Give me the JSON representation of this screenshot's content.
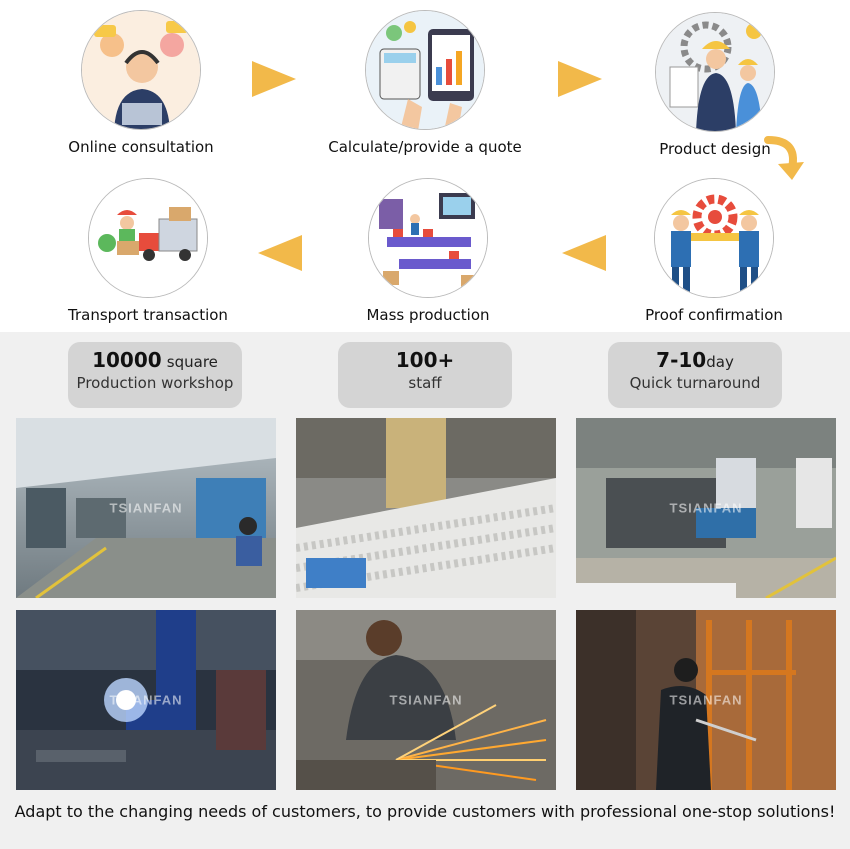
{
  "steps": [
    {
      "label": "Online consultation",
      "icon": "headset-agent-icon"
    },
    {
      "label": "Calculate/provide a quote",
      "icon": "calculator-chart-icon"
    },
    {
      "label": "Product design",
      "icon": "engineer-design-icon"
    },
    {
      "label": "Proof confirmation",
      "icon": "gear-workers-icon"
    },
    {
      "label": "Mass production",
      "icon": "assembly-line-icon"
    },
    {
      "label": "Transport transaction",
      "icon": "delivery-truck-icon"
    }
  ],
  "stats": [
    {
      "value": "10000",
      "unit": "square",
      "desc": "Production workshop"
    },
    {
      "value": "100+",
      "unit": "",
      "desc": "staff"
    },
    {
      "value": "7-10",
      "unit": "day",
      "desc": "Quick turnaround"
    }
  ],
  "photos": [
    {
      "watermark": "TSIANFAN"
    },
    {
      "watermark": ""
    },
    {
      "watermark": "TSIANFAN"
    },
    {
      "watermark": "TSIANFAN"
    },
    {
      "watermark": "TSIANFAN"
    },
    {
      "watermark": "TSIANFAN"
    }
  ],
  "footer": "Adapt to the changing needs of customers, to provide customers with professional one-stop solutions!",
  "colors": {
    "arrow": "#f2b94a",
    "stat_bg": "#d4d4d4",
    "band_bg": "#f0f0f0"
  }
}
